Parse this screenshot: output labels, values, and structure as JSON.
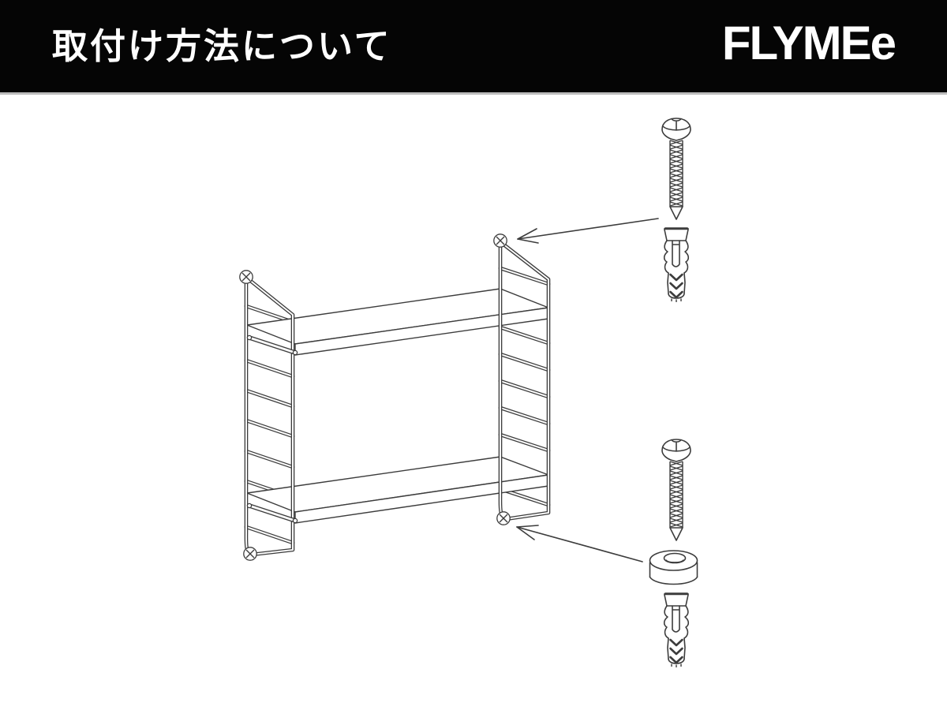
{
  "header": {
    "title": "取付け方法について",
    "logo_text": "FLYMEe"
  },
  "colors": {
    "header_bg": "#050505",
    "header_border": "#bcbcbc",
    "page_bg": "#ffffff",
    "ink": "#3c3c3c"
  },
  "illustration": {
    "parts": [
      "shelf-unit-drawing",
      "mounting-screw-top",
      "wall-anchor-top",
      "mounting-screw-bottom",
      "spacer-ring",
      "wall-anchor-bottom",
      "arrow-to-top-mount",
      "arrow-to-bottom-mount"
    ]
  }
}
